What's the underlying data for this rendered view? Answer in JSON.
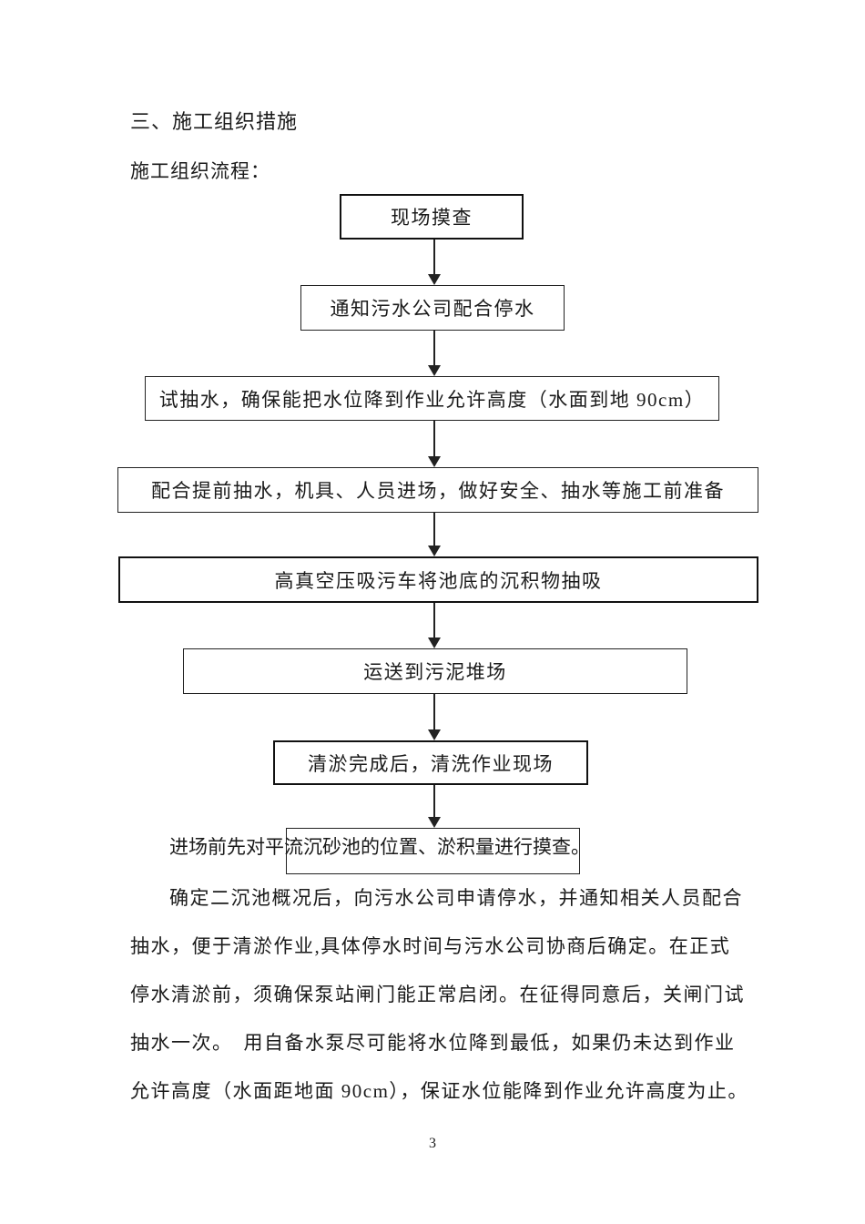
{
  "page": {
    "heading": "三、施工组织措施",
    "flow_label": "施工组织流程：",
    "page_number": "3"
  },
  "flowchart": {
    "boxes": [
      {
        "label": "现场摸查"
      },
      {
        "label": "通知污水公司配合停水"
      },
      {
        "label": "试抽水，确保能把水位降到作业允许高度（水面到地 90cm）"
      },
      {
        "label": "配合提前抽水，机具、人员进场，做好安全、抽水等施工前准备"
      },
      {
        "label": "高真空压吸污车将池底的沉积物抽吸"
      },
      {
        "label": "运送到污泥堆场"
      },
      {
        "label": "清淤完成后，清洗作业现场"
      },
      {
        "label": ""
      }
    ]
  },
  "body": {
    "lines": [
      "进场前先对平流沉砂池的位置、淤积量进行摸查。",
      "确定二沉池概况后，向污水公司申请停水，并通知相关人员配合",
      "抽水，便于清淤作业,具体停水时间与污水公司协商后确定。在正式",
      "停水清淤前，须确保泵站闸门能正常启闭。在征得同意后，关闸门试",
      "抽水一次。　用自备水泵尽可能将水位降到最低，如果仍未达到作业",
      "允许高度（水面距地面 90cm），保证水位能降到作业允许高度为止。"
    ]
  },
  "colors": {
    "ink": "#1a1a1a",
    "background": "#ffffff"
  }
}
